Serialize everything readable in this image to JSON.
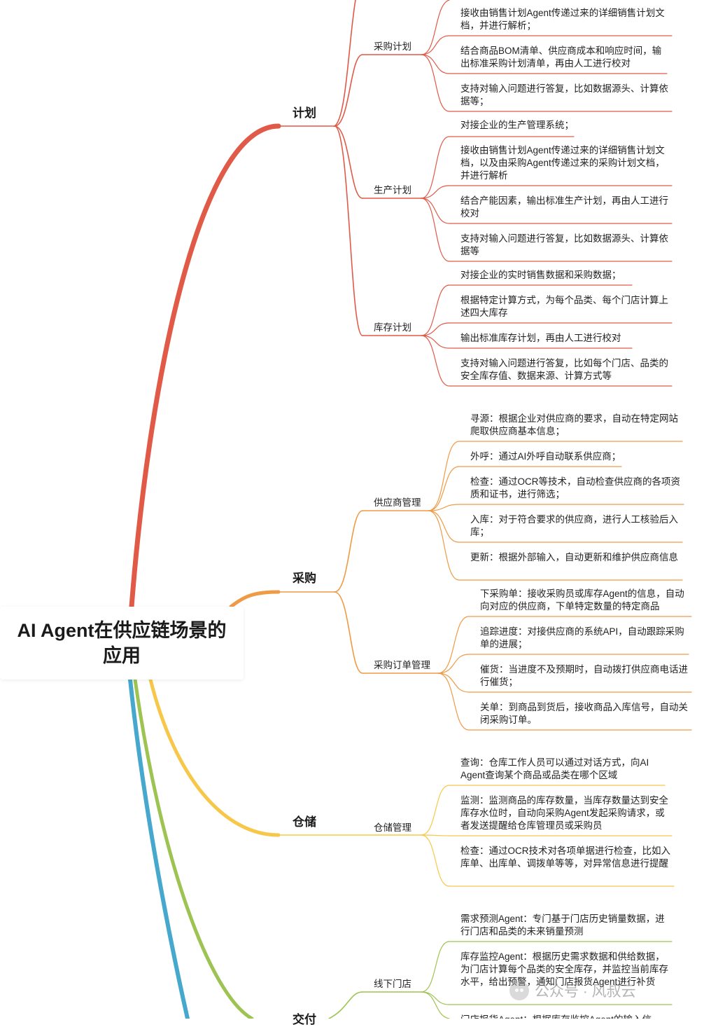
{
  "root": {
    "title": "AI Agent在供应链场景的应用"
  },
  "colors": {
    "plan": "#e05a47",
    "purchase": "#ef9a45",
    "storage": "#f7c74a",
    "delivery": "#9dc452",
    "blue": "#46a8cc"
  },
  "branches": {
    "plan": {
      "label": "计划",
      "purchase_plan": {
        "label": "采购计划",
        "leaves": [
          "接收由销售计划Agent传递过来的详细销售计划文档，并进行解析；",
          "结合商品BOM清单、供应商成本和响应时间，输出标准采购计划清单，再由人工进行校对",
          "支持对输入问题进行答复，比如数据源头、计算依据等；"
        ]
      },
      "production_plan": {
        "label": "生产计划",
        "leaves": [
          "对接企业的生产管理系统；",
          "接收由销售计划Agent传递过来的详细销售计划文档，以及由采购Agent传递过来的采购计划文档，并进行解析",
          "结合产能因素，输出标准生产计划，再由人工进行校对",
          "支持对输入问题进行答复，比如数据源头、计算依据等"
        ]
      },
      "inventory_plan": {
        "label": "库存计划",
        "leaves": [
          "对接企业的实时销售数据和采购数据；",
          "根据特定计算方式，为每个品类、每个门店计算上述四大库存",
          "输出标准库存计划，再由人工进行校对",
          "支持对输入问题进行答复，比如每个门店、品类的安全库存值、数据来源、计算方式等"
        ]
      }
    },
    "purchase": {
      "label": "采购",
      "supplier_mgmt": {
        "label": "供应商管理",
        "leaves": [
          "寻源：根据企业对供应商的要求，自动在特定网站爬取供应商基本信息；",
          "外呼：通过AI外呼自动联系供应商；",
          "检查：通过OCR等技术，自动检查供应商的各项资质和证书，进行筛选；",
          "入库：对于符合要求的供应商，进行人工核验后入库；",
          "更新：根据外部输入，自动更新和维护供应商信息"
        ]
      },
      "order_mgmt": {
        "label": "采购订单管理",
        "leaves": [
          "下采购单：接收采购员或库存Agent的信息，自动向对应的供应商，下单特定数量的特定商品",
          "追踪进度：对接供应商的系统API，自动跟踪采购单的进展；",
          "催货：当进度不及预期时，自动拨打供应商电话进行催货；",
          "关单：到商品到货后，接收商品入库信号，自动关闭采购订单。"
        ]
      }
    },
    "storage": {
      "label": "仓储",
      "warehouse_mgmt": {
        "label": "仓储管理",
        "leaves": [
          "查询：仓库工作人员可以通过对话方式，向AI Agent查询某个商品或品类在哪个区域",
          "监测：监测商品的库存数量，当库存数量达到安全库存水位时，自动向采购Agent发起采购请求，或者发送提醒给仓库管理员或采购员",
          "检查：通过OCR技术对各项单据进行检查，比如入库单、出库单、调拨单等等，对异常信息进行提醒"
        ]
      }
    },
    "delivery": {
      "label": "交付",
      "offline_store": {
        "label": "线下门店",
        "leaves": [
          "需求预测Agent：专门基于门店历史销量数据，进行门店和品类的未来销量预测",
          "库存监控Agent：根据历史需求数据和供给数据，为门店计算每个品类的安全库存，并监控当前库存水平，给出预警，通知门店报货Agent进行补货",
          "门店报货Agent：根据库存监控Agent的输入信"
        ]
      }
    }
  },
  "watermark": {
    "text": "公众号 · 风叔云"
  }
}
